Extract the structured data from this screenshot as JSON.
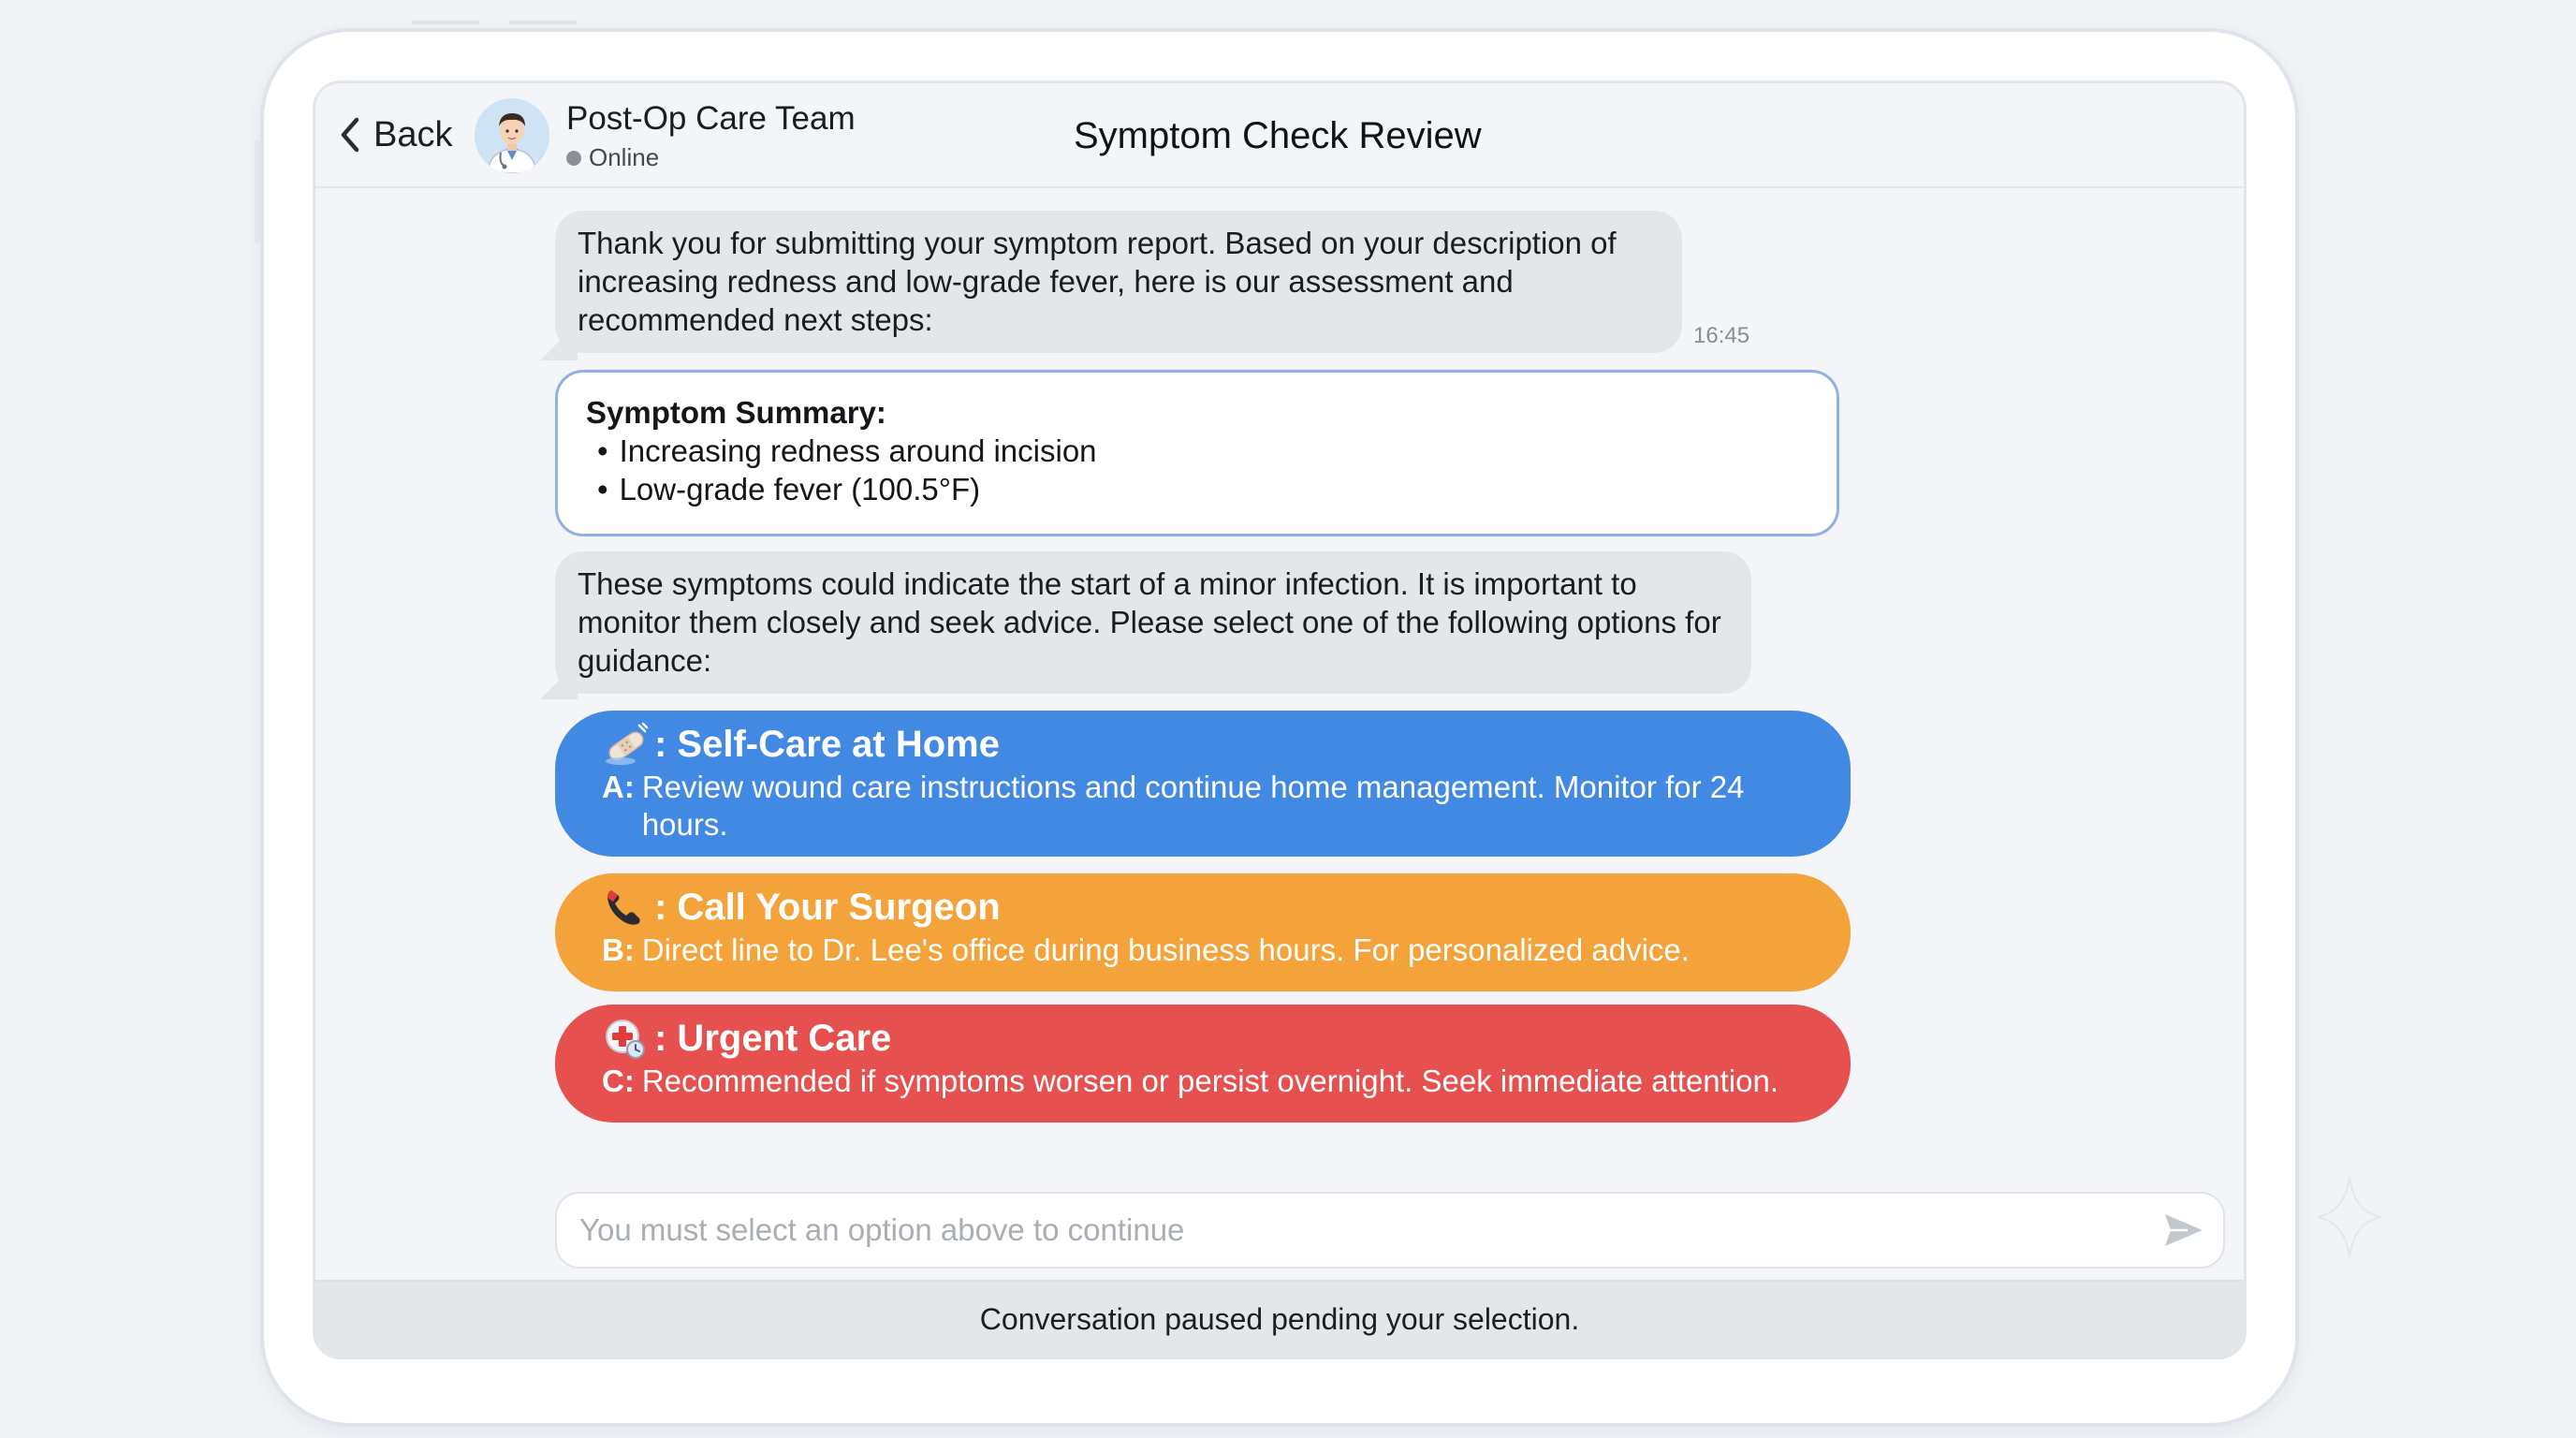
{
  "header": {
    "back_label": "Back",
    "team_name": "Post-Op Care Team",
    "status": "Online",
    "title": "Symptom Check Review"
  },
  "messages": {
    "intro": {
      "text": "Thank you for submitting your symptom report. Based on your description of increasing redness and low-grade fever, here is our assessment and recommended next steps:",
      "time": "16:45"
    },
    "summary": {
      "title": "Symptom Summary:",
      "items": [
        "Increasing redness around incision",
        "Low-grade fever (100.5°F)"
      ]
    },
    "guidance": {
      "text": "These symptoms could indicate the start of a minor infection. It is important to monitor them closely and seek advice. Please select one of the following options for guidance:"
    }
  },
  "options": [
    {
      "icon": "bandage-icon",
      "title": ": Self-Care at Home",
      "letter": "A:",
      "text": "Review wound care instructions and continue home management. Monitor for 24 hours.",
      "color": "#4289e4"
    },
    {
      "icon": "phone-icon",
      "title": ": Call Your Surgeon",
      "letter": "B:",
      "text": "Direct line to Dr. Lee's office during business hours. For personalized advice.",
      "color": "#f4a33a"
    },
    {
      "icon": "medical-cross-icon",
      "title": ": Urgent Care",
      "letter": "C:",
      "text": "Recommended if symptoms worsen or persist overnight. Seek immediate attention.",
      "color": "#e6504e"
    }
  ],
  "input": {
    "placeholder": "You must select an option above to continue",
    "value": ""
  },
  "footer": {
    "text": "Conversation paused pending your selection."
  }
}
